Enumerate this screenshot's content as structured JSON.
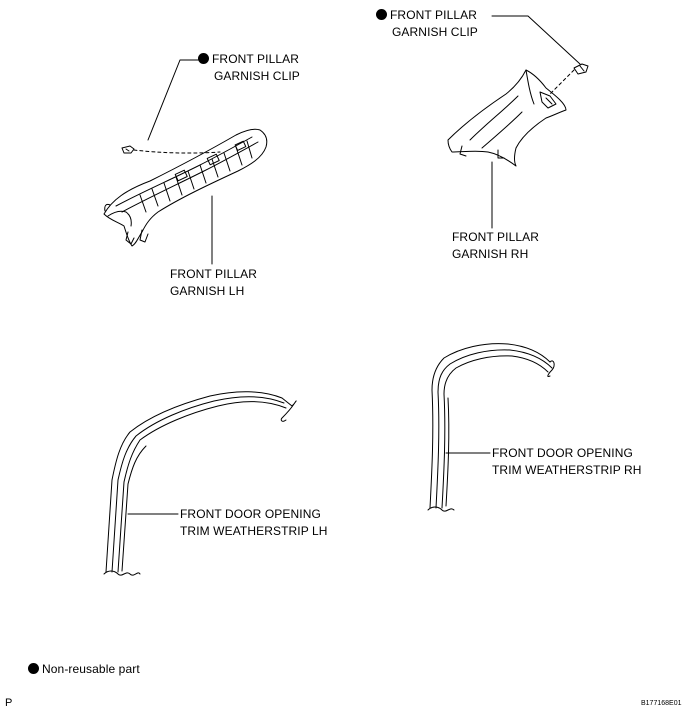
{
  "labels": {
    "clip_lh": {
      "line1": "FRONT PILLAR",
      "line2": "GARNISH CLIP",
      "marker": "non-reusable-dot"
    },
    "clip_rh": {
      "line1": "FRONT PILLAR",
      "line2": "GARNISH CLIP",
      "marker": "non-reusable-dot"
    },
    "garnish_lh": {
      "line1": "FRONT PILLAR",
      "line2": "GARNISH LH"
    },
    "garnish_rh": {
      "line1": "FRONT PILLAR",
      "line2": "GARNISH RH"
    },
    "weatherstrip_lh": {
      "line1": "FRONT DOOR OPENING",
      "line2": "TRIM WEATHERSTRIP LH"
    },
    "weatherstrip_rh": {
      "line1": "FRONT DOOR OPENING",
      "line2": "TRIM WEATHERSTRIP RH"
    }
  },
  "legend": {
    "text": "Non-reusable part",
    "marker": "non-reusable-dot"
  },
  "corner_letter": "P",
  "figure_code": "B177168E01",
  "colors": {
    "ink": "#000000",
    "background": "#ffffff"
  }
}
